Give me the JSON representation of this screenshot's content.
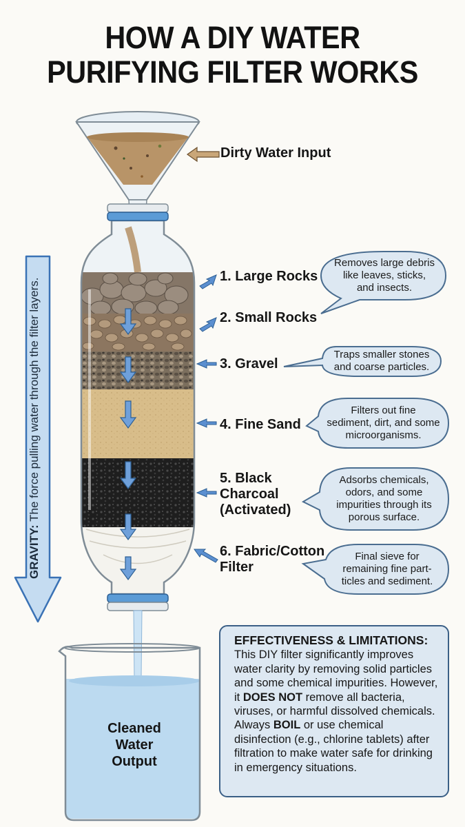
{
  "title_line1": "HOW A DIY WATER",
  "title_line2": "PURIFYING FILTER WORKS",
  "input_label": "Dirty Water Input",
  "layers": [
    {
      "label": "1. Large Rocks"
    },
    {
      "label": "2. Small Rocks"
    },
    {
      "label": "3. Gravel"
    },
    {
      "label": "4. Fine Sand"
    },
    {
      "label_lines": [
        "5. Black",
        "Charcoal",
        "(Activated)"
      ]
    },
    {
      "label_lines": [
        "6. Fabric/Cotton",
        "Filter"
      ]
    }
  ],
  "bubbles": [
    [
      "Removes large debris",
      "like leaves, sticks,",
      "and insects."
    ],
    [
      "Traps smaller stones",
      "and coarse particles."
    ],
    [
      "Filters out fine",
      "sediment, dirt, and some",
      "microorganisms."
    ],
    [
      "Adsorbs chemicals,",
      "odors, and some",
      "impurities through its",
      "porous surface."
    ],
    [
      "Final sieve for",
      "remaining fine part-",
      "ticles and sediment."
    ]
  ],
  "gravity": {
    "bold": "GRAVITY:",
    "text": " The force pulling water through the filter layers."
  },
  "output_lines": [
    "Cleaned",
    "Water",
    "Output"
  ],
  "effect": {
    "heading": "EFFECTIVENESS & LIMITATIONS:",
    "p1": "This DIY filter significantly improves water clarity by removing solid particles and some chemical impurities. However, it ",
    "b1": "DOES NOT",
    "p2": " remove all bacteria, viruses, or harmful dissolved chemicals. Always ",
    "b2": "BOIL",
    "p3": " or use chemical disinfection (e.g., chlorine tablets) after filtration to make water safe for drinking in emergency situations."
  },
  "colors": {
    "accent_blue": "#3a72b5",
    "arrow_blue": "#5b8fd0",
    "dirty_water": "#b89468",
    "sand": "#d8bd8a",
    "charcoal": "#1e1e1e",
    "clean_water": "#bcdaf0"
  }
}
